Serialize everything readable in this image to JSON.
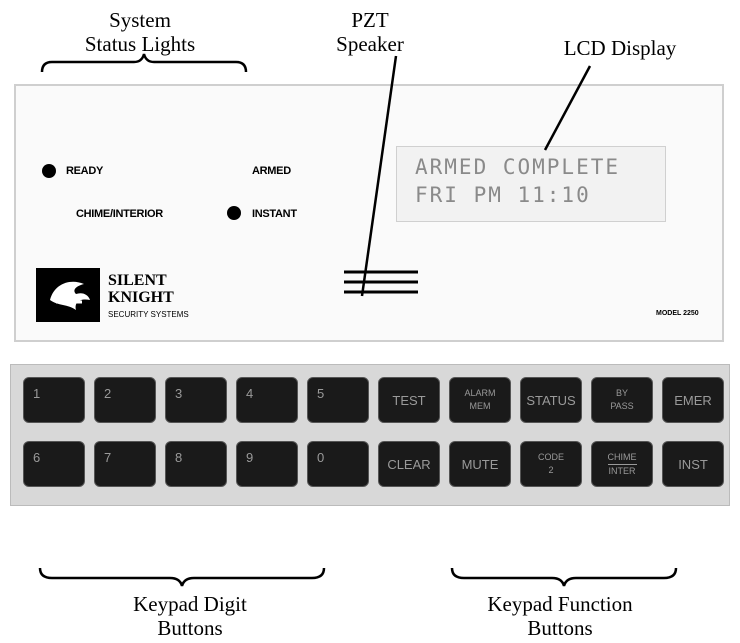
{
  "labels": {
    "system_status": "System\nStatus Lights",
    "pzt_speaker": "PZT\nSpeaker",
    "lcd_display": "LCD Display",
    "keypad_digit": "Keypad Digit\nButtons",
    "keypad_function": "Keypad Function\nButtons"
  },
  "panel": {
    "ready": "READY",
    "armed": "ARMED",
    "chime_interior": "CHIME/INTERIOR",
    "instant": "INSTANT",
    "lcd_line1": "ARMED COMPLETE",
    "lcd_line2": "FRI PM 11:10",
    "brand_line1": "SILENT",
    "brand_line2": "KNIGHT",
    "brand_sub": "SECURITY SYSTEMS",
    "model": "MODEL 2250"
  },
  "keys": {
    "row1": [
      {
        "line1": "1",
        "line2": ""
      },
      {
        "line1": "2",
        "line2": ""
      },
      {
        "line1": "3",
        "line2": ""
      },
      {
        "line1": "4",
        "line2": ""
      },
      {
        "line1": "5",
        "line2": ""
      },
      {
        "line1": "TEST",
        "line2": ""
      },
      {
        "line1": "ALARM",
        "line2": "MEM"
      },
      {
        "line1": "STATUS",
        "line2": ""
      },
      {
        "line1": "BY",
        "line2": "PASS"
      },
      {
        "line1": "EMER",
        "line2": ""
      }
    ],
    "row2": [
      {
        "line1": "6",
        "line2": ""
      },
      {
        "line1": "7",
        "line2": ""
      },
      {
        "line1": "8",
        "line2": ""
      },
      {
        "line1": "9",
        "line2": ""
      },
      {
        "line1": "0",
        "line2": ""
      },
      {
        "line1": "CLEAR",
        "line2": ""
      },
      {
        "line1": "MUTE",
        "line2": ""
      },
      {
        "line1": "CODE",
        "line2": "2"
      },
      {
        "line1": "CHIME",
        "line2": "INTER"
      },
      {
        "line1": "INST",
        "line2": ""
      }
    ]
  },
  "colors": {
    "key_fill": "#1a1a1a",
    "key_text": "#9a9a9a",
    "lcd_text": "#8a8a8a",
    "panel_bg": "#fafafa"
  }
}
